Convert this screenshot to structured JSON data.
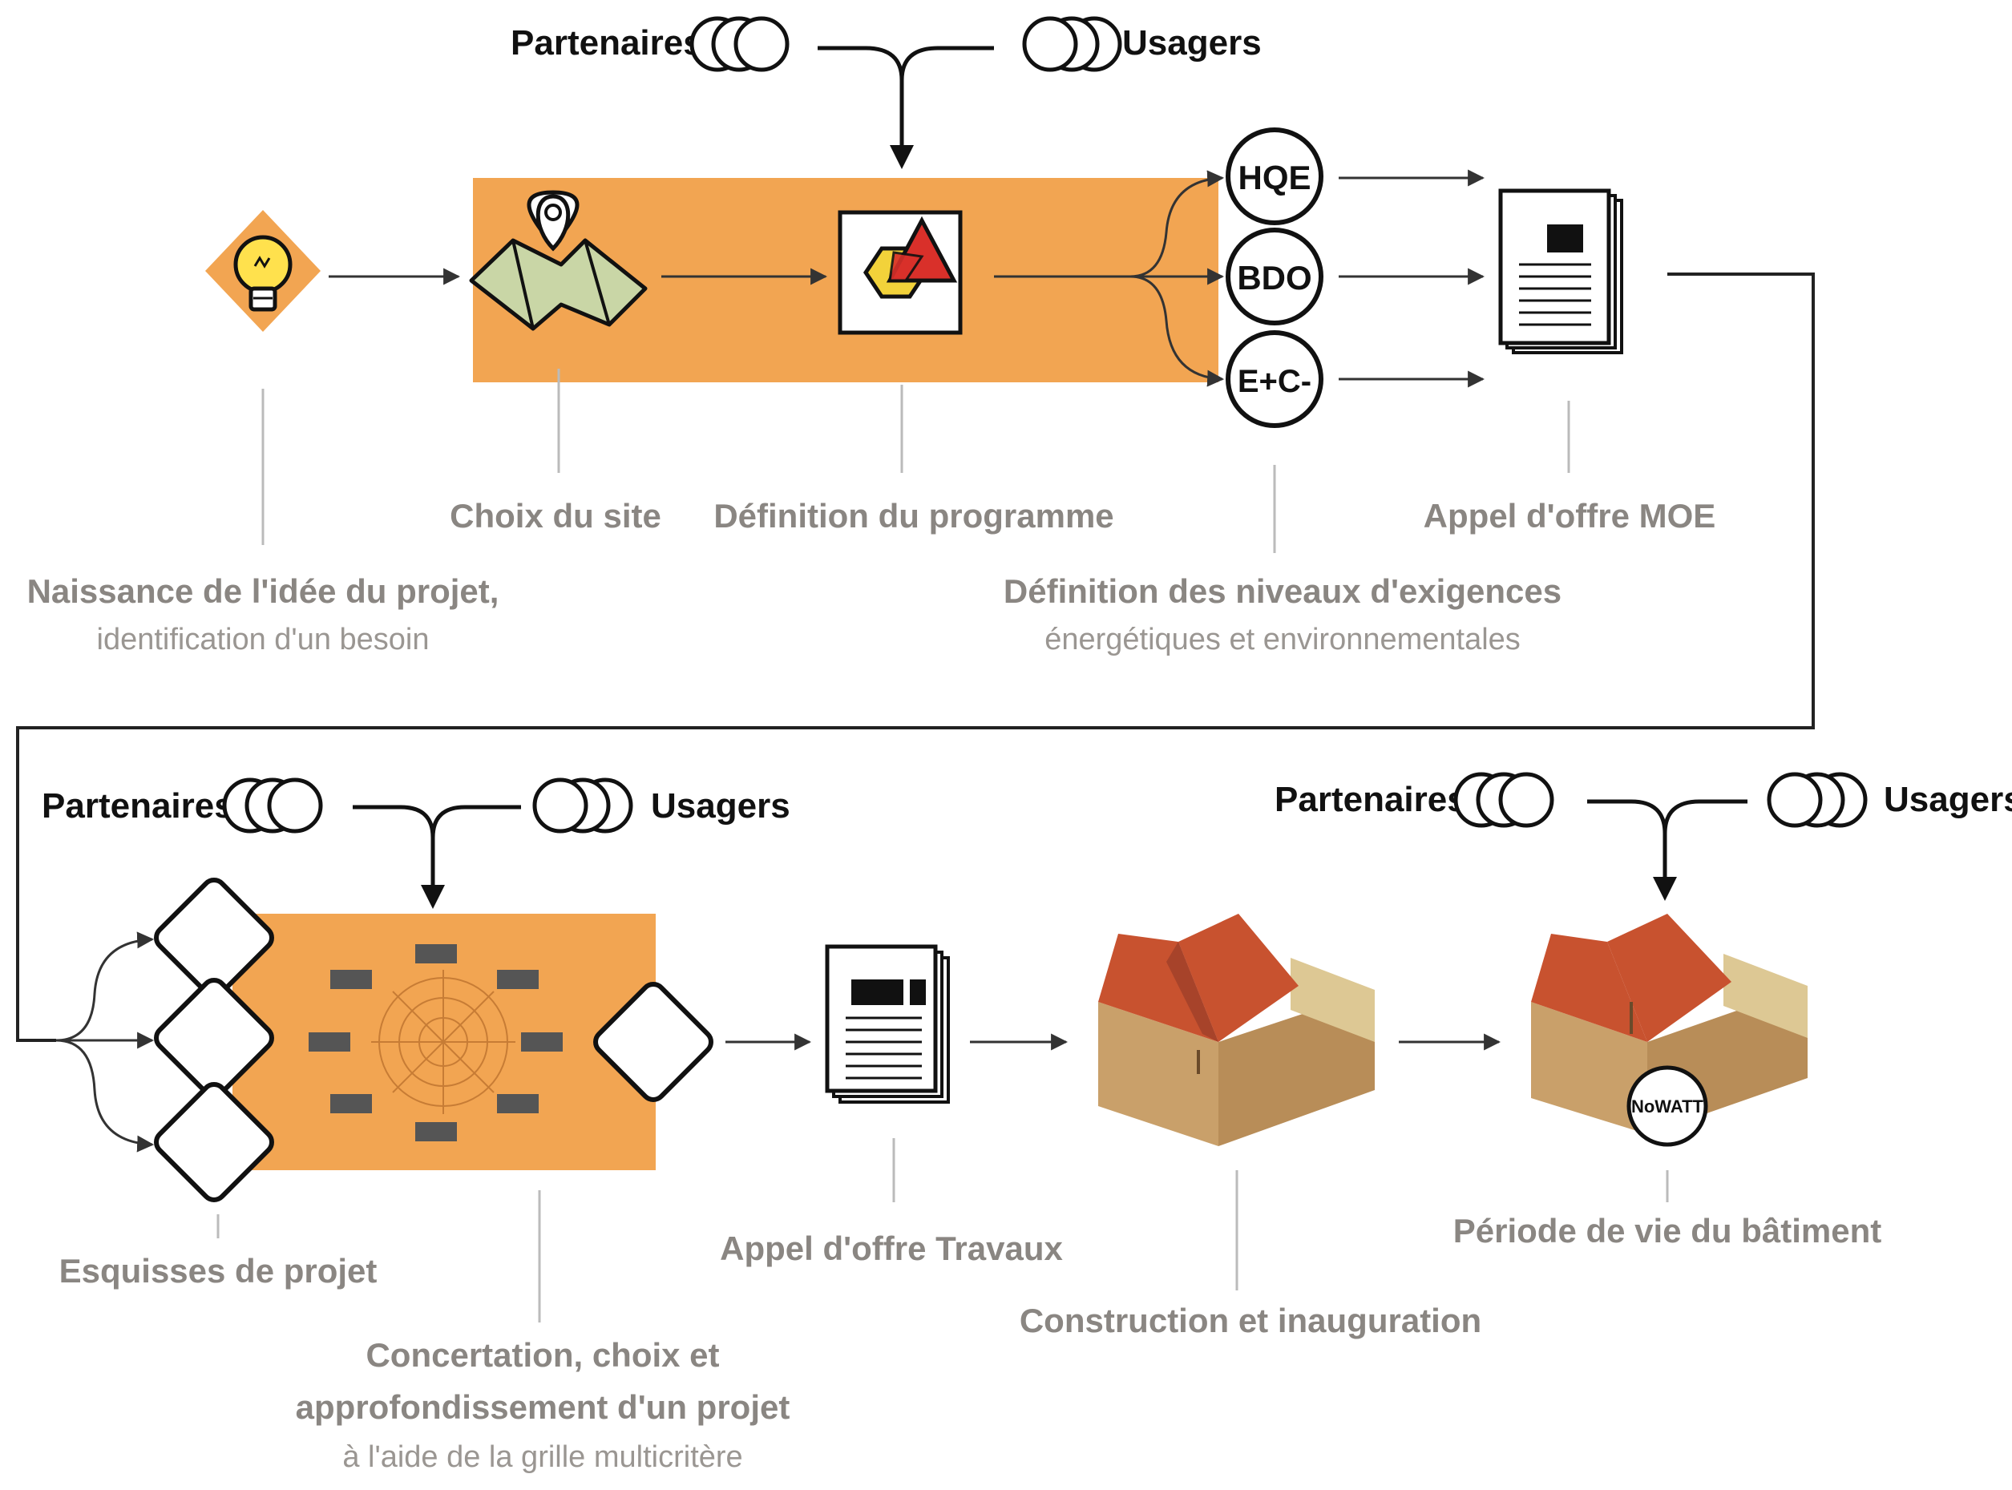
{
  "colors": {
    "orange": "#f2a552",
    "ink": "#111111",
    "label_grey": "#8a8682",
    "map_green": "#c9d6a6",
    "triangle_red": "#d9302a",
    "hexagon_yellow": "#f2d23a",
    "roof_red": "#c8522f",
    "wall_tan": "#c9a06a",
    "wall_light": "#ddc894",
    "bulb_yellow": "#ffe14d"
  },
  "stakeholders": {
    "partners": "Partenaires",
    "users": "Usagers"
  },
  "badges": {
    "hqe": "HQE",
    "bdo": "BDO",
    "ec": "E+C-",
    "nowatt": "NoWATT"
  },
  "labels": {
    "site_choice": "Choix du site",
    "program_definition": "Définition du programme",
    "moe_tender": "Appel d'offre MOE",
    "idea_birth": "Naissance de l'idée du projet,",
    "idea_birth_sub": "identification d'un besoin",
    "requirements": "Définition des niveaux d'exigences",
    "requirements_sub": "énergétiques et environnementales",
    "sketches": "Esquisses de projet",
    "works_tender": "Appel d'offre Travaux",
    "construction": "Construction et inauguration",
    "building_life": "Période de vie du bâtiment",
    "consultation_1": "Concertation, choix et",
    "consultation_2": "approfondissement d'un projet",
    "consultation_sub": "à l'aide de la grille multicritère"
  },
  "icons": [
    "lightbulb-icon",
    "map-pin-icon",
    "map-icon",
    "shapes-icon",
    "document-icon",
    "house-icon",
    "people-rings-icon"
  ]
}
